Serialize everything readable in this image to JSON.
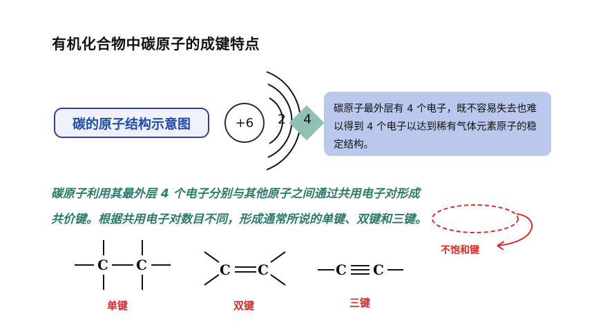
{
  "title": "有机化合物中碳原子的成键特点",
  "structure_label": "碳的原子结构示意图",
  "atom": {
    "nucleus": "+6",
    "shell1": "2",
    "shell2": "4"
  },
  "info_text": "碳原子最外层有 4 个电子，既不容易失去也难以得到 4 个电子以达到稀有气体元素原子的稳定结构。",
  "paragraph": {
    "line1": "碳原子利用其最外层 4 个电子分别与其他原子之间通过共用电子对形成",
    "line2": "共价键。根据共用电子对数目不同，形成通常所说的单键、双键和三键。"
  },
  "annotation": "不饱和键",
  "bond_examples": {
    "atom_symbol": "C",
    "single_caption": "单键",
    "double_caption": "双键",
    "triple_caption": "三键"
  },
  "colors": {
    "accent_blue": "#1f4aa8",
    "teal_text": "#2c7a69",
    "red": "#d42b2b",
    "info_bg": "#b9c8ec",
    "diamond": "#8fc0b3"
  }
}
